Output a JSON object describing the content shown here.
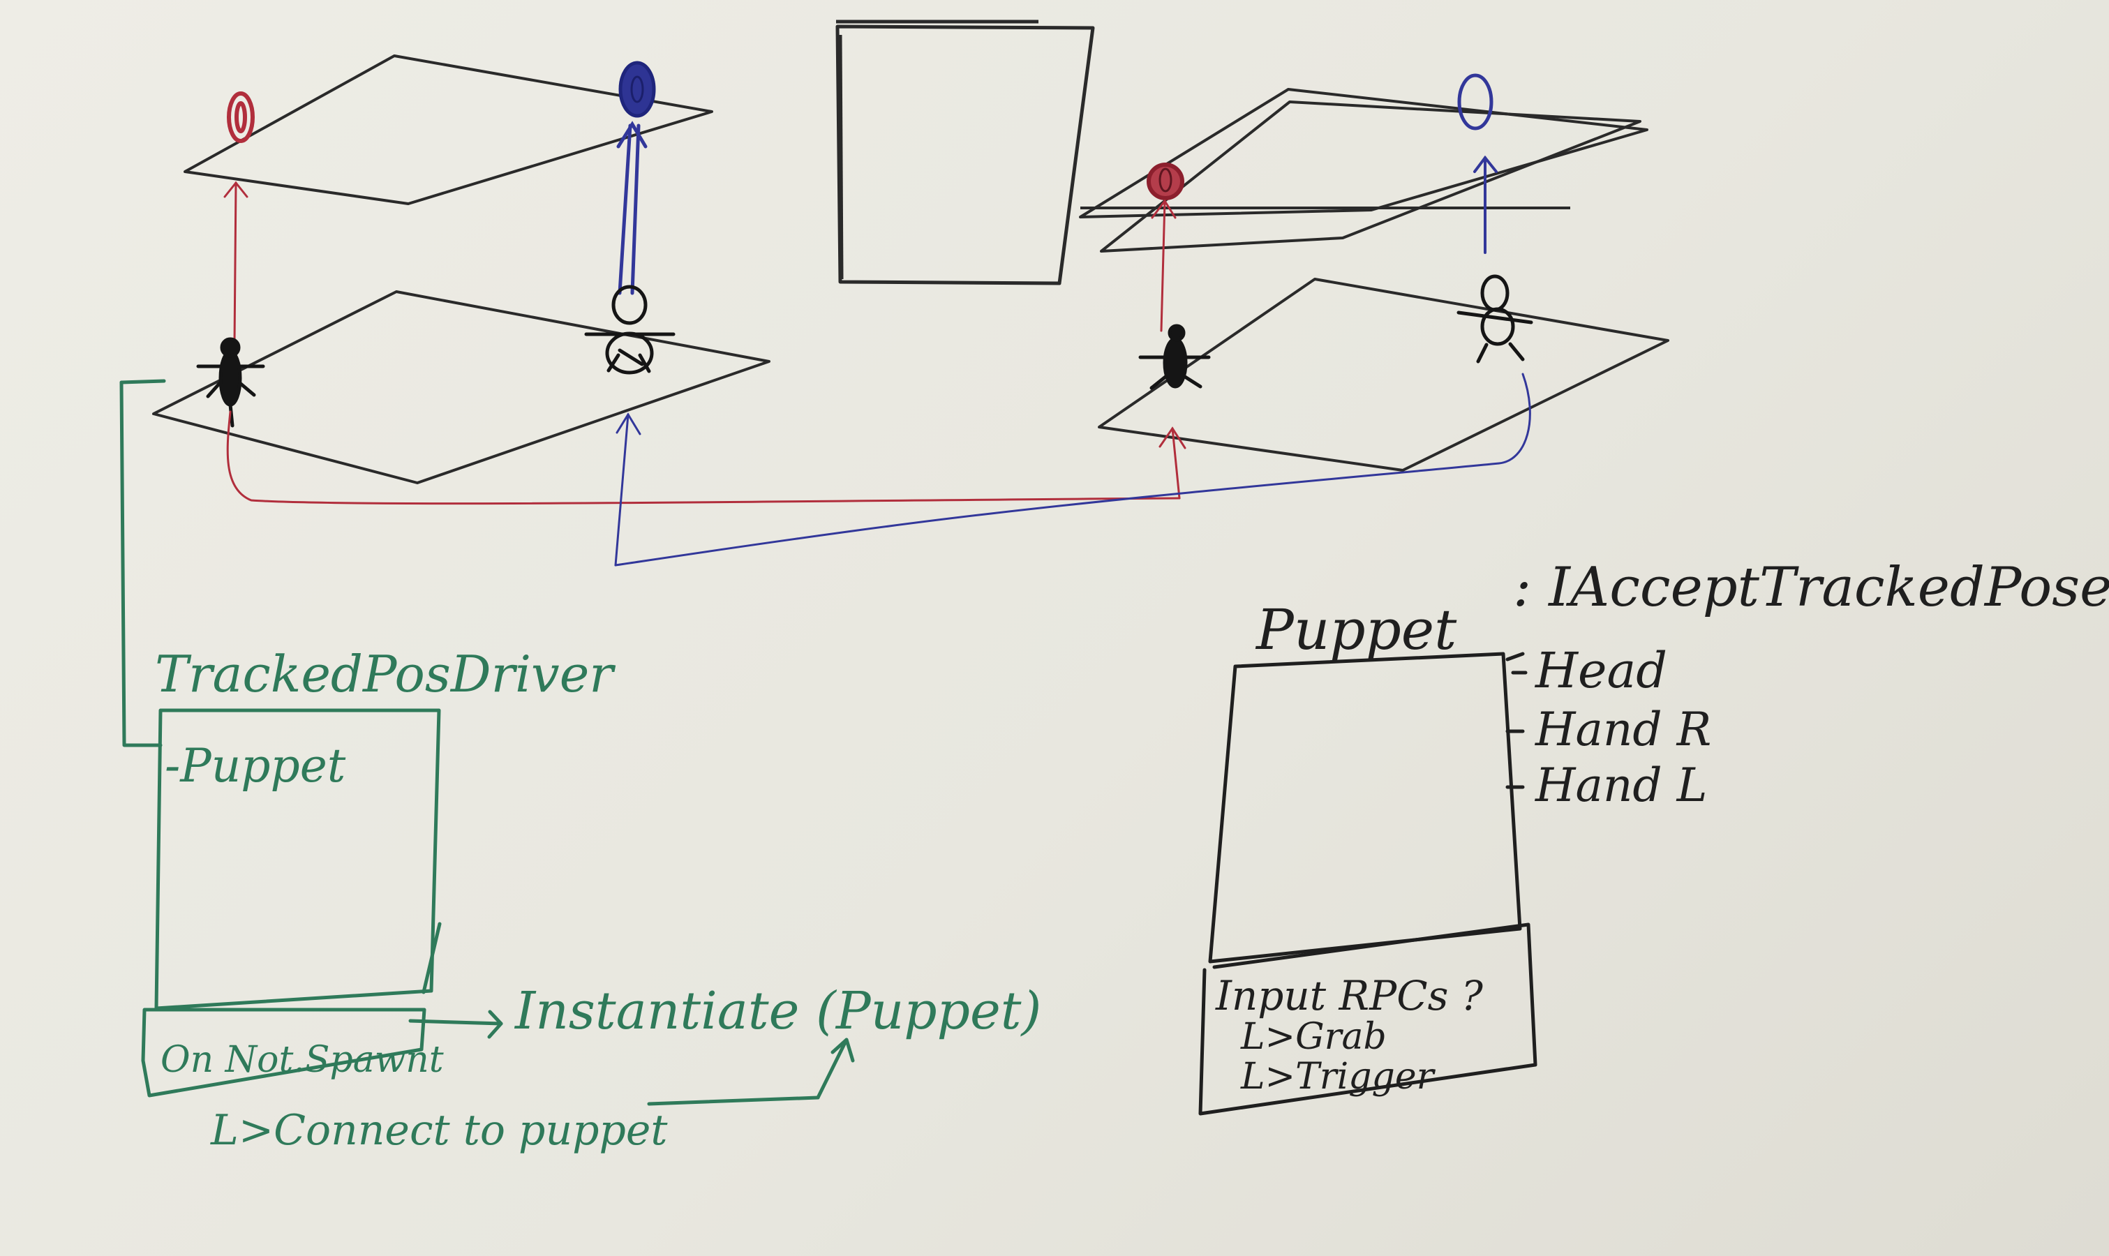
{
  "labels": {
    "tracked_pos_driver": "TrackedPosDriver",
    "driver_field_puppet": "-Puppet",
    "on_not_spawn": "On Not.Spawnt",
    "instantiate": "Instantiate (Puppet)",
    "connect_to_puppet": "L>Connect to puppet",
    "puppet_title": "Puppet",
    "interface": ": IAcceptTrackedPoses",
    "head": "Head",
    "hand_r": "Hand R",
    "hand_l": "Hand L",
    "input_rpcs": "Input RPCs ?",
    "grab": "L>Grab",
    "trigger": "L>Trigger"
  },
  "colors": {
    "board": "#e9e8e1",
    "black_ink": "#1f1f1f",
    "red_ink": "#b12e3c",
    "blue_ink": "#32379a",
    "green_ink": "#2f7a5a"
  }
}
